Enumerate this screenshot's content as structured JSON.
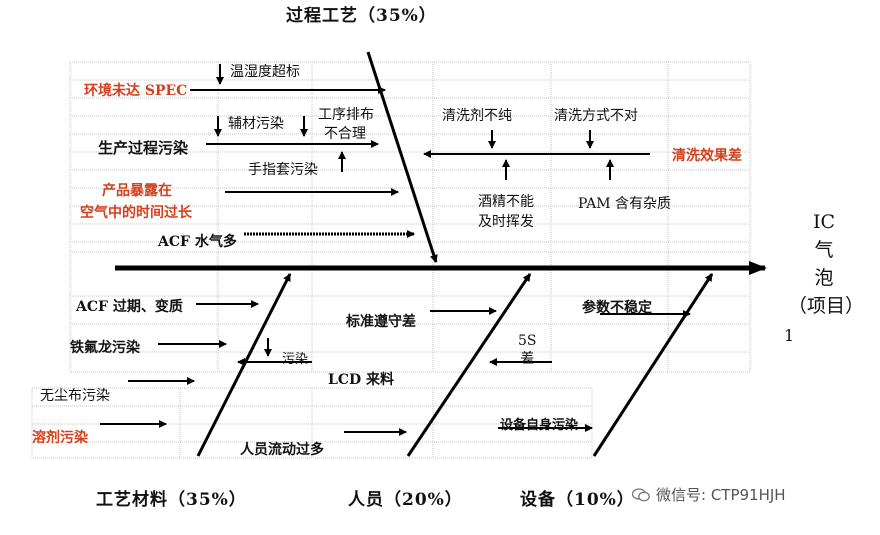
{
  "categories": {
    "process": "过程工艺（35%）",
    "material": "工艺材料（35%）",
    "people": "人员（20%）",
    "equipment": "设备（10%）"
  },
  "effect": {
    "line1": "IC",
    "line2": "气",
    "line3": "泡",
    "line4": "（项目）",
    "number": "1"
  },
  "process_causes": {
    "env_spec": "环境未达 SPEC",
    "temp_humidity": "温湿度超标",
    "production_contam": "生产过程污染",
    "aux_material_contam": "辅材污染",
    "glove_contam": "手指套污染",
    "layout_line1": "工序排布",
    "layout_line2": "不合理",
    "exposure_line1": "产品暴露在",
    "exposure_line2": "空气中的时间过长",
    "acf_moisture": "ACF 水气多",
    "clean_effect": "清洗效果差",
    "cleaner_impure": "清洗剂不纯",
    "clean_method": "清洗方式不对",
    "alcohol_line1": "酒精不能",
    "alcohol_line2": "及时挥发",
    "pam_impurity": "PAM 含有杂质"
  },
  "material_causes": {
    "acf_expired": "ACF 过期、变质",
    "teflon": "铁氟龙污染",
    "contam": "污染",
    "lcd_incoming": "LCD 来料",
    "dustfree_cloth": "无尘布污染",
    "solvent": "溶剂污染"
  },
  "people_causes": {
    "standard": "标准遵守差",
    "flow": "人员流动过多",
    "fives_line1": "5S",
    "fives_line2": "差"
  },
  "equipment_causes": {
    "param": "参数不稳定",
    "self_contam": "设备自身污染"
  },
  "watermark": {
    "icon": "wechat-icon",
    "text": "微信号: CTP91HJH"
  },
  "colors": {
    "highlight": "#d2401d",
    "line": "#000000",
    "grid": "#bdbdbd"
  }
}
